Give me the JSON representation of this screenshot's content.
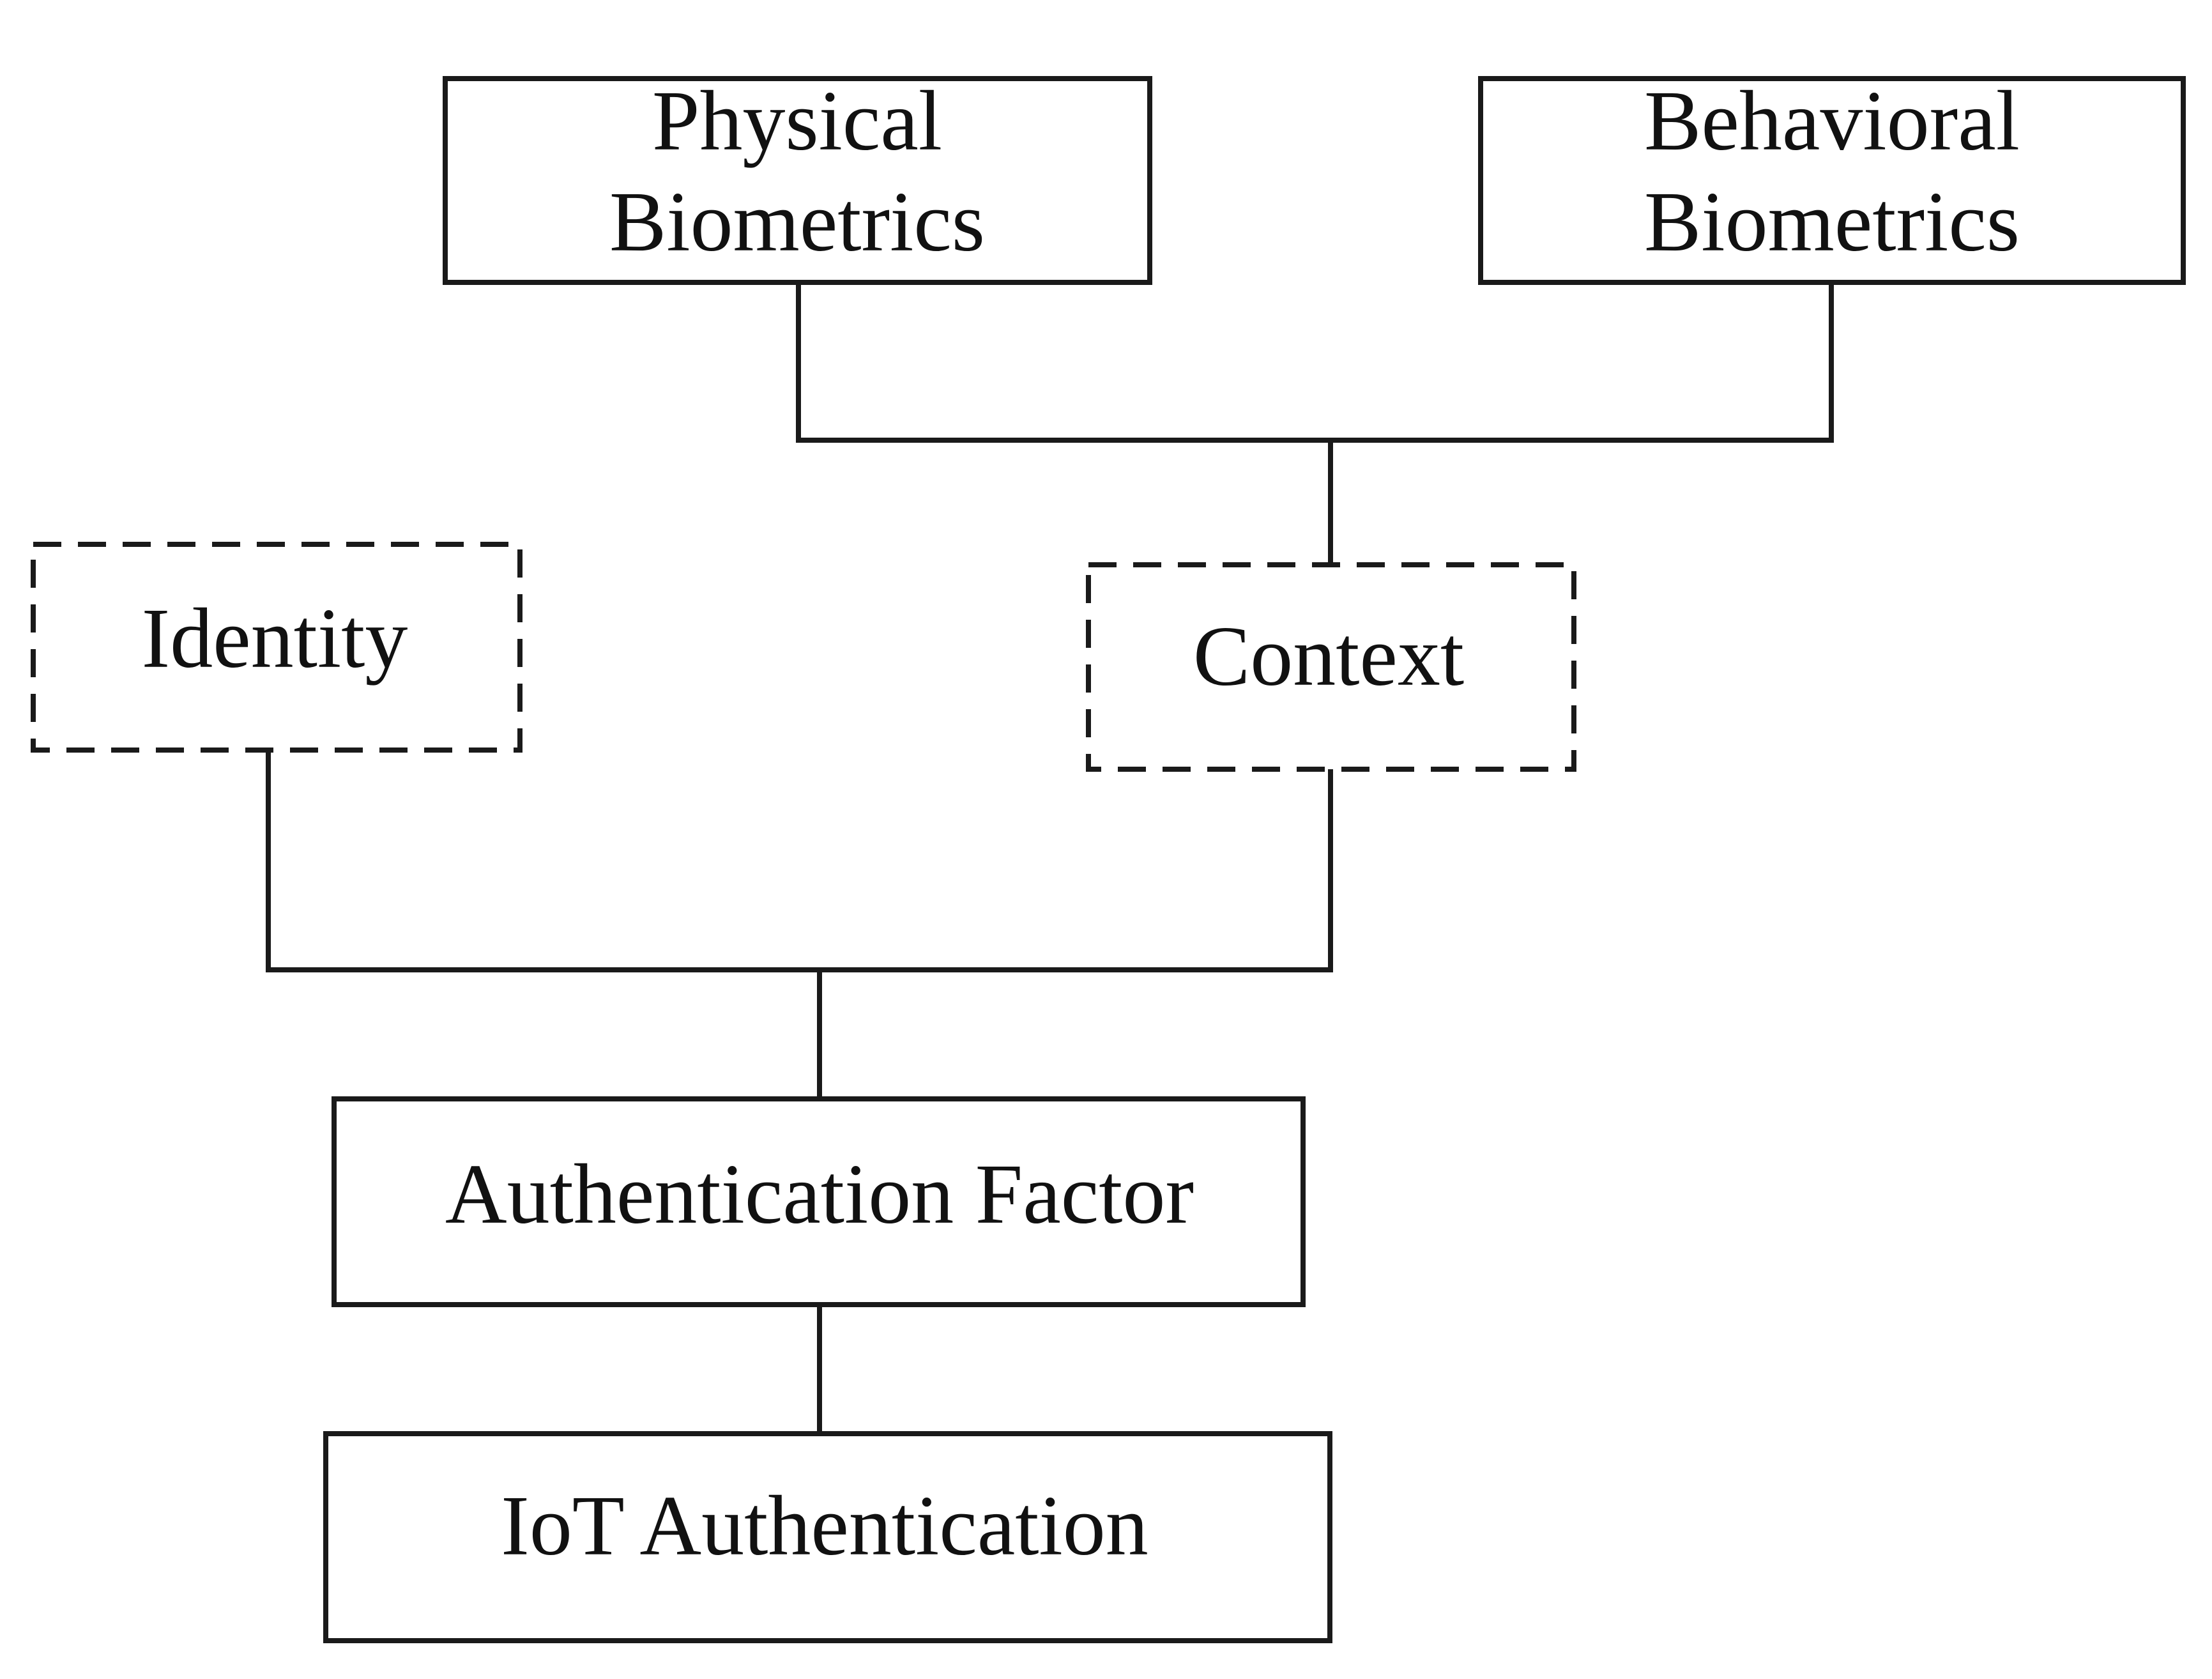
{
  "nodes": {
    "physical_biometrics": {
      "line1": "Physical",
      "line2": "Biometrics",
      "style": "solid"
    },
    "behavioral_biometrics": {
      "line1": "Behavioral",
      "line2": "Biometrics",
      "style": "solid"
    },
    "identity": {
      "label": "Identity",
      "style": "dashed"
    },
    "context": {
      "label": "Context",
      "style": "dashed"
    },
    "authentication_factor": {
      "label": "Authentication Factor",
      "style": "solid"
    },
    "iot_authentication": {
      "label": "IoT Authentication",
      "style": "solid"
    }
  },
  "edges": [
    {
      "from": "physical_biometrics",
      "to": "context"
    },
    {
      "from": "behavioral_biometrics",
      "to": "context"
    },
    {
      "from": "identity",
      "to": "authentication_factor"
    },
    {
      "from": "context",
      "to": "authentication_factor"
    },
    {
      "from": "authentication_factor",
      "to": "iot_authentication"
    }
  ],
  "colors": {
    "stroke": "#1a1a1a",
    "text": "#111111",
    "background": "#ffffff"
  }
}
